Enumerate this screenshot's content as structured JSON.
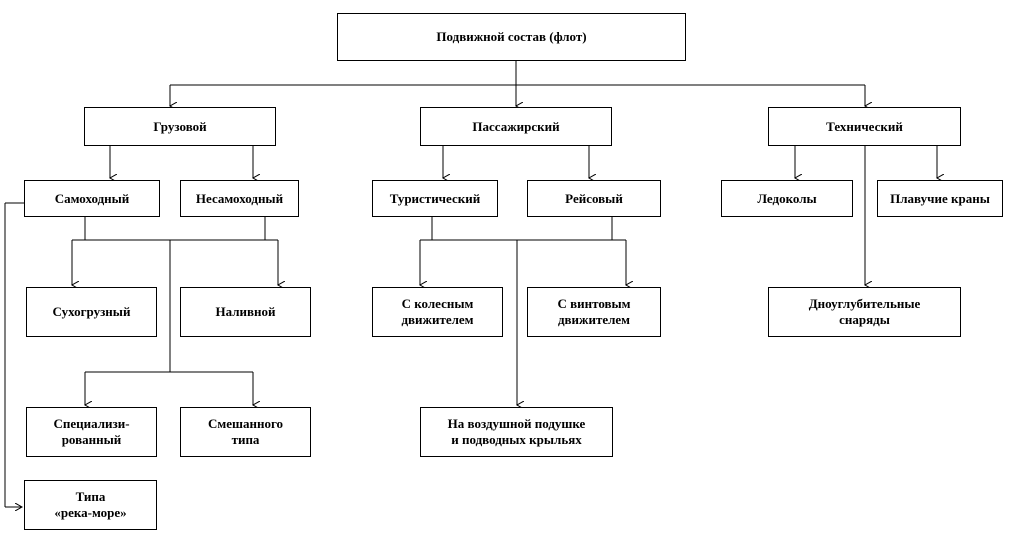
{
  "nodes": {
    "root": "Подвижной состав (флот)",
    "cargo": "Грузовой",
    "passenger": "Пассажирский",
    "technical": "Технический",
    "self_propelled": "Самоходный",
    "non_self_propelled": "Несамоходный",
    "tourist": "Туристический",
    "scheduled": "Рейсовый",
    "icebreakers": "Ледоколы",
    "floating_cranes": "Плавучие краны",
    "dry_cargo": "Сухогрузный",
    "bulk_liquid": "Наливной",
    "paddle_wheel_line1": "С колесным",
    "paddle_wheel_line2": "движителем",
    "screw_line1": "С винтовым",
    "screw_line2": "движителем",
    "dredgers_line1": "Дноуглубительные",
    "dredgers_line2": "снаряды",
    "specialized_line1": "Специализи-",
    "specialized_line2": "рованный",
    "mixed_line1": "Смешанного",
    "mixed_line2": "типа",
    "hovercraft_line1": "На воздушной подушке",
    "hovercraft_line2": "и подводных крыльях",
    "river_sea_line1": "Типа",
    "river_sea_line2": "«река-море»"
  }
}
